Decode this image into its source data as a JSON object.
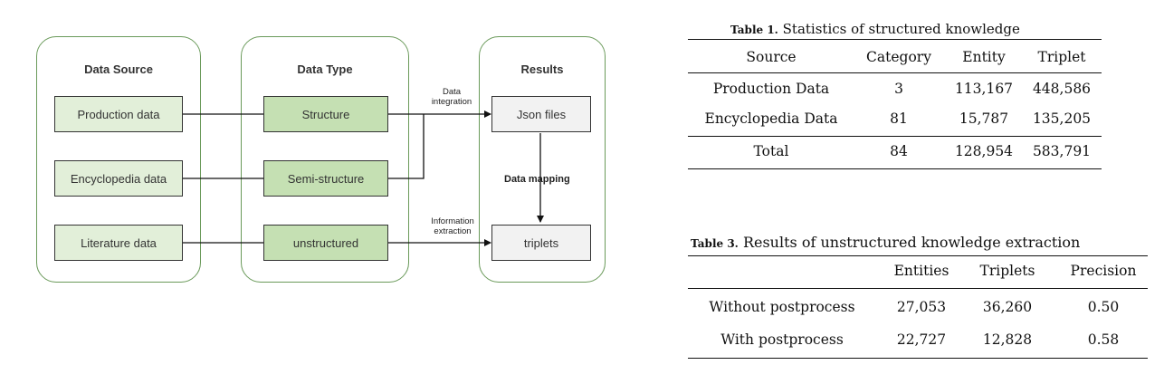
{
  "diagram": {
    "columns": [
      "Data Source",
      "Data Type",
      "Results"
    ],
    "sources": [
      "Production data",
      "Encyclopedia data",
      "Literature data"
    ],
    "types": [
      "Structure",
      "Semi-structure",
      "unstructured"
    ],
    "results": [
      "Json files",
      "triplets"
    ],
    "labels": {
      "integration": "Data\nintegration",
      "extraction": "Information\nextraction",
      "mapping": "Data mapping"
    }
  },
  "table1": {
    "caption_num": "Table 1.",
    "caption_text": "Statistics of structured knowledge",
    "headers": [
      "Source",
      "Category",
      "Entity",
      "Triplet"
    ],
    "rows": [
      [
        "Production Data",
        "3",
        "113,167",
        "448,586"
      ],
      [
        "Encyclopedia Data",
        "81",
        "15,787",
        "135,205"
      ]
    ],
    "total": [
      "Total",
      "84",
      "128,954",
      "583,791"
    ]
  },
  "table3": {
    "caption_num": "Table 3.",
    "caption_text": "Results of unstructured knowledge extraction",
    "headers": [
      "",
      "Entities",
      "Triplets",
      "Precision"
    ],
    "rows": [
      [
        "Without postprocess",
        "27,053",
        "36,260",
        "0.50"
      ],
      [
        "With postprocess",
        "22,727",
        "12,828",
        "0.58"
      ]
    ]
  }
}
